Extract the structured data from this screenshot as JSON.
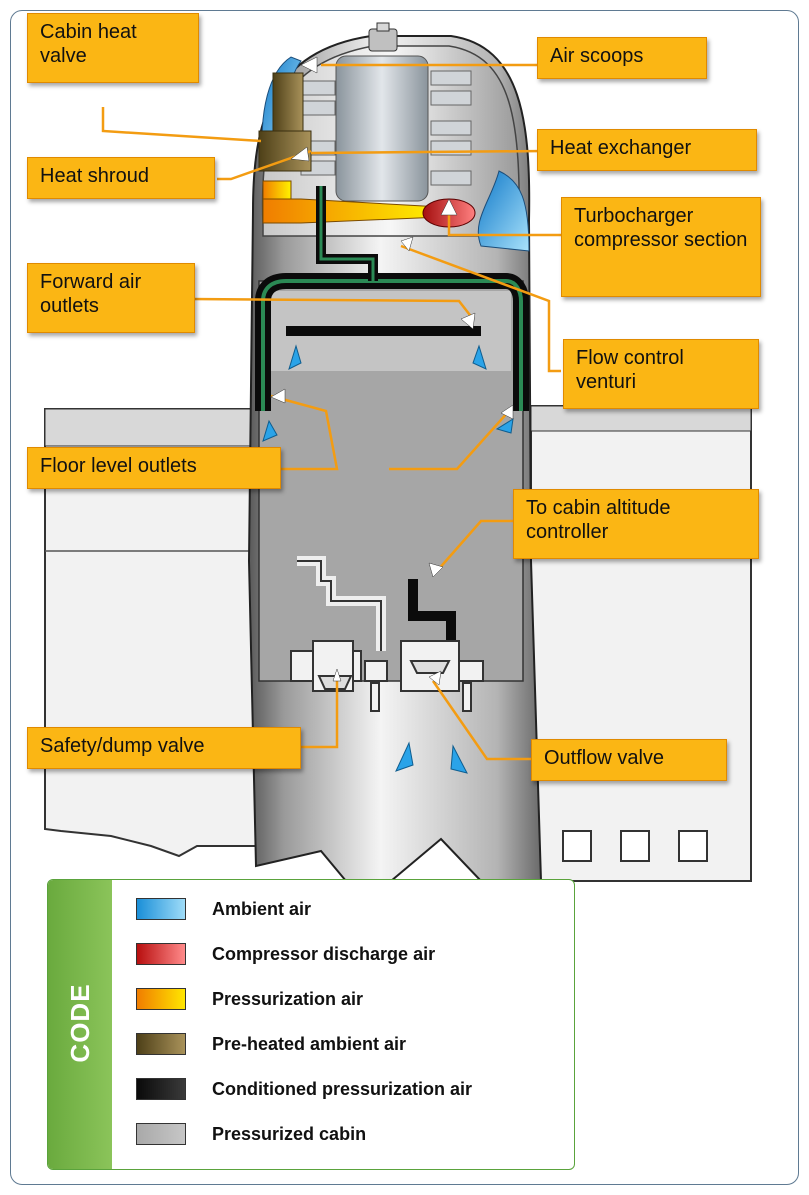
{
  "callouts": {
    "cabin_heat_valve": "Cabin heat valve",
    "air_scoops": "Air scoops",
    "heat_shroud": "Heat shroud",
    "heat_exchanger": "Heat exchanger",
    "turbocharger_compressor": "Turbocharger compressor section",
    "forward_air_outlets": "Forward air outlets",
    "flow_control_venturi": "Flow control venturi",
    "floor_level_outlets": "Floor level outlets",
    "cabin_altitude_controller": "To cabin altitude controller",
    "safety_dump_valve": "Safety/dump valve",
    "outflow_valve": "Outflow valve"
  },
  "legend": {
    "title": "CODE",
    "items": [
      {
        "label": "Ambient air",
        "color_a": "#1a8fd8",
        "color_b": "#9fdcf8"
      },
      {
        "label": "Compressor discharge air",
        "color_a": "#b80f0f",
        "color_b": "#ff8a8a"
      },
      {
        "label": "Pressurization air",
        "color_a": "#f07d00",
        "color_b": "#ffe600"
      },
      {
        "label": "Pre-heated ambient air",
        "color_a": "#4e4018",
        "color_b": "#a9925a"
      },
      {
        "label": "Conditioned pressurization air",
        "color_a": "#0a0a0a",
        "color_b": "#3a3a3a"
      },
      {
        "label": "Pressurized cabin",
        "color_a": "#a9a9a9",
        "color_b": "#c6c6c6"
      }
    ]
  },
  "colors": {
    "callout_fill": "#fbb614",
    "callout_border": "#e08a00",
    "leader_line": "#f39c12",
    "legend_border": "#5aa33c",
    "frame_border": "#5f7a92"
  }
}
